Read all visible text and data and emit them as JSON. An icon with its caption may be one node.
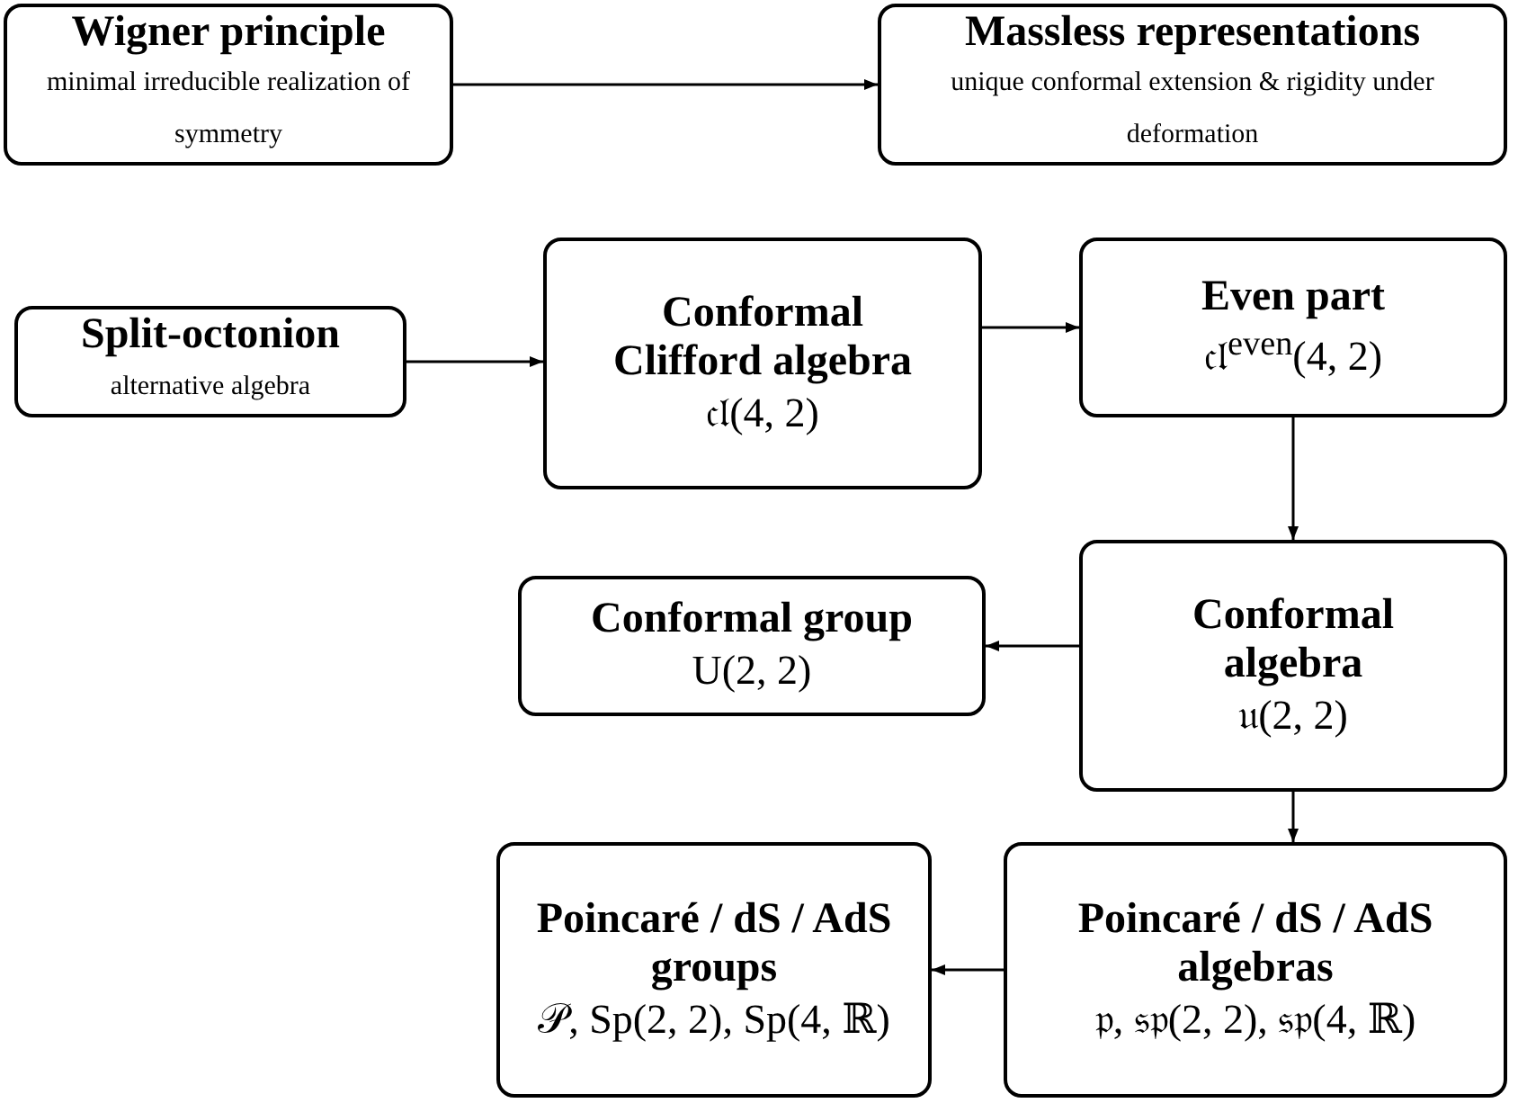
{
  "diagram": {
    "nodes": [
      {
        "text": [
          "Wigner principle",
          "minimal irreducible realization of symmetry"
        ]
      },
      {
        "text": [
          "Massless representations",
          "unique conformal extension & rigidity under deformation"
        ]
      },
      {
        "text": [
          "Split-octonion",
          "alternative algebra"
        ]
      },
      {
        "text": [
          "Conformal Clifford algebra",
          "𝔠𝔩(4, 2)"
        ]
      },
      {
        "text": [
          "Even part",
          "𝔠𝔩$^{even}$(4, 2)"
        ]
      },
      {
        "text": [
          "Conformal algebra",
          "𝔲(2, 2)"
        ]
      },
      {
        "text": [
          "Conformal group",
          "U(2, 2)"
        ]
      },
      {
        "text": [
          "Poincaré / dS / AdS algebras",
          "𝔭, 𝔰𝔭(2, 2), 𝔰𝔭(4, ℝ)"
        ]
      },
      {
        "text": [
          "Poincaré / dS / AdS groups",
          "𝒫, Sp(2, 2), Sp(4, ℝ)"
        ]
      }
    ],
    "edges": [
      {
        "from": 0,
        "to": 1,
        "arrow": "to"
      },
      {
        "from": 2,
        "to": 3,
        "arrow": "to"
      },
      {
        "from": 3,
        "to": 4,
        "arrow": "to"
      },
      {
        "from": 4,
        "to": 5,
        "arrow": "to"
      },
      {
        "from": 5,
        "to": 6,
        "arrow": "to"
      },
      {
        "from": 5,
        "to": 7,
        "arrow": "to"
      },
      {
        "from": 7,
        "to": 8,
        "arrow": "to"
      }
    ]
  }
}
